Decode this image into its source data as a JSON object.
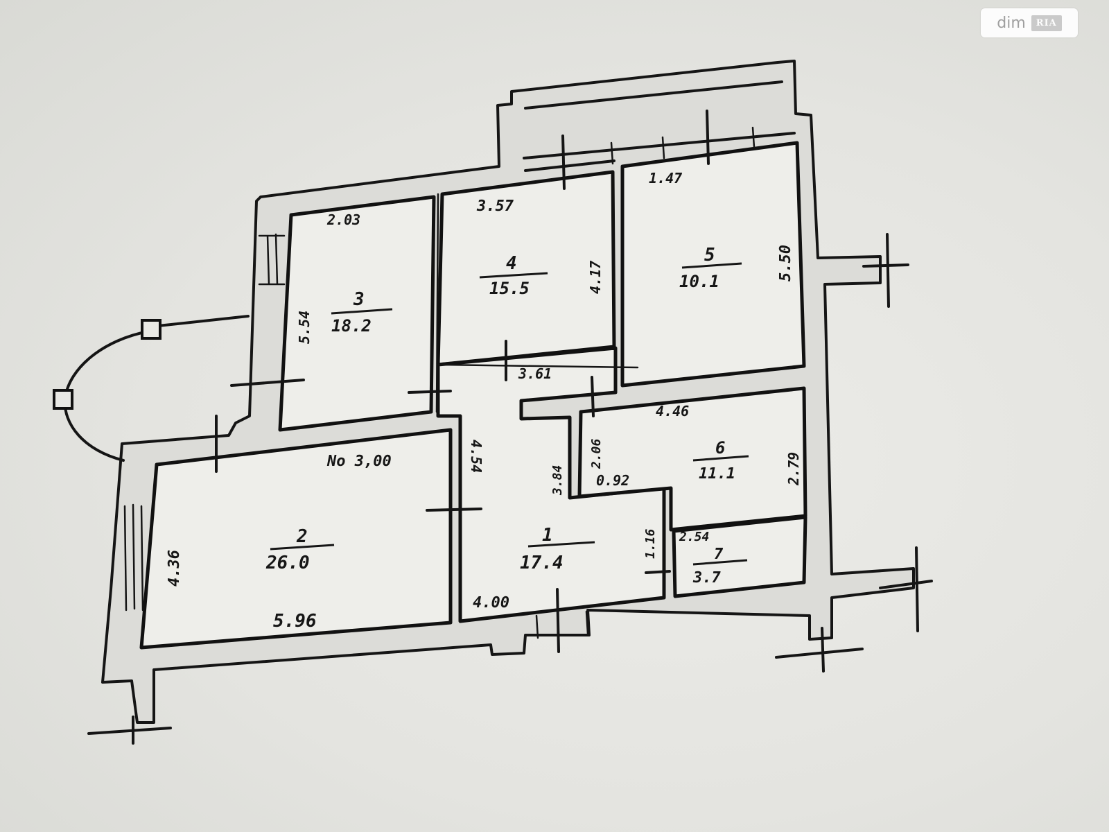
{
  "watermark": {
    "brand": "dim",
    "sub": "RIA"
  },
  "rooms": [
    {
      "id": "room-1",
      "number": "1",
      "area": "17.4"
    },
    {
      "id": "room-2",
      "number": "2",
      "area": "26.0"
    },
    {
      "id": "room-3",
      "number": "3",
      "area": "18.2"
    },
    {
      "id": "room-4",
      "number": "4",
      "area": "15.5"
    },
    {
      "id": "room-5",
      "number": "5",
      "area": "10.1"
    },
    {
      "id": "room-6",
      "number": "6",
      "area": "11.1"
    },
    {
      "id": "room-7",
      "number": "7",
      "area": "3.7"
    }
  ],
  "dimensions": {
    "room3_top": "2.03",
    "room3_side": "5.54",
    "room4_top": "3.57",
    "room4_side": "4.17",
    "room4_bottom": "3.61",
    "room5_top": "1.47",
    "room5_side": "5.50",
    "room2_top": "No 3,00",
    "room2_side": "4.36",
    "room2_bottom": "5.96",
    "corridor_side": "4.54",
    "hall_side": "3.84",
    "hall_bottom": "4.00",
    "room6_top": "4.46",
    "room6_side": "2.79",
    "room6_left": "2.06",
    "room6_bottom": "0.92",
    "room7_top": "2.54",
    "room7_side": "1.16"
  }
}
